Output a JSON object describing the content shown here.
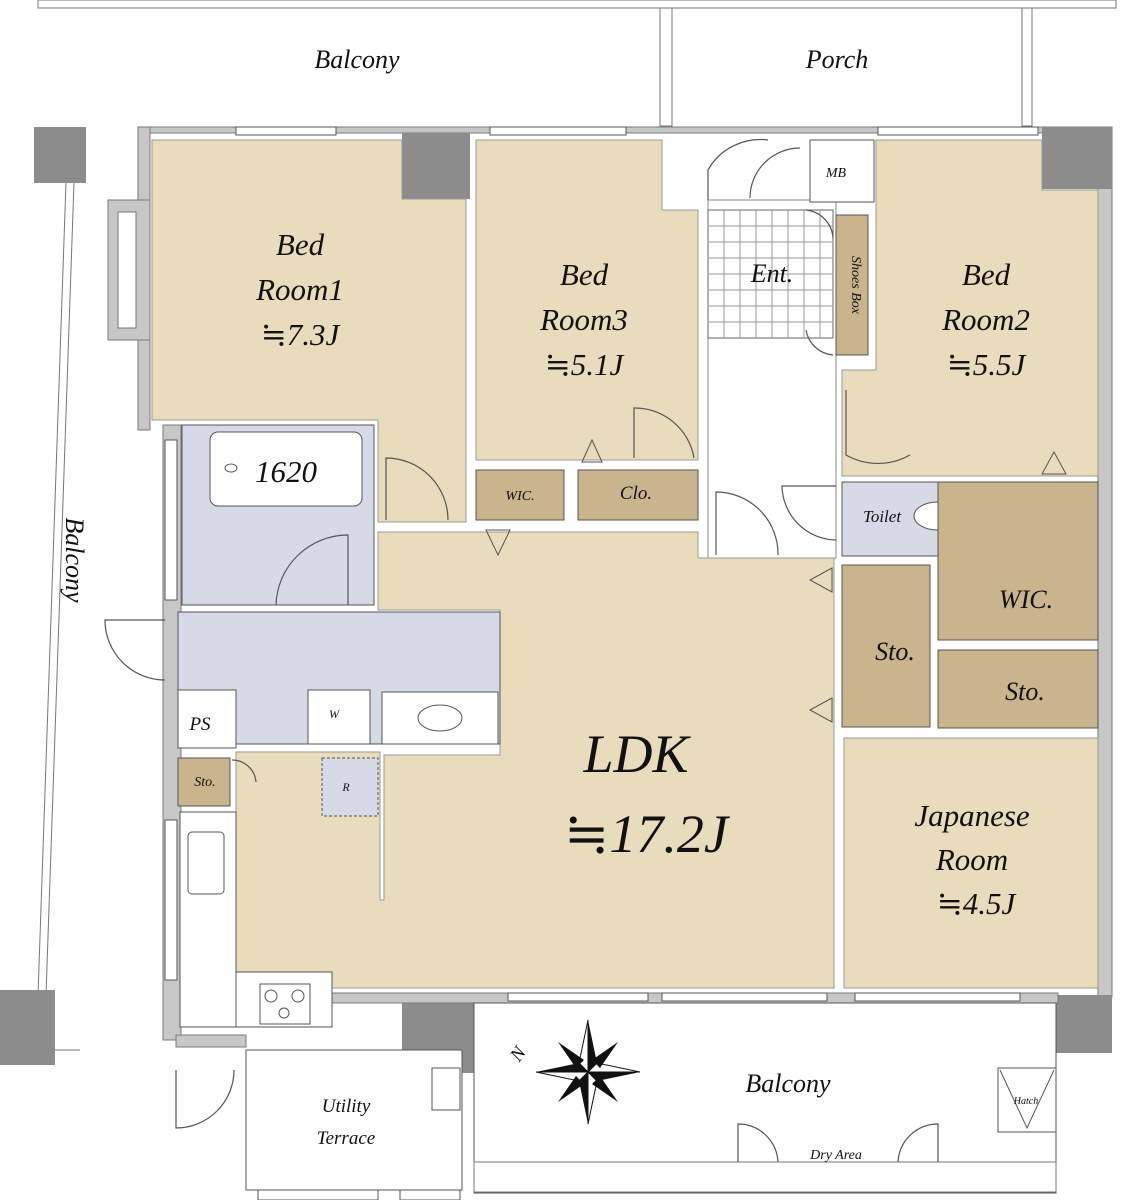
{
  "outdoor": {
    "balcony_top": "Balcony",
    "porch": "Porch",
    "balcony_left": "Balcony",
    "balcony_bottom": "Balcony",
    "utility_terrace_line1": "Utility",
    "utility_terrace_line2": "Terrace",
    "dry_area": "Dry Area",
    "hatch": "Hatch"
  },
  "rooms": {
    "bedroom1": {
      "line1": "Bed",
      "line2": "Room1",
      "area": "≒7.3J"
    },
    "bedroom3": {
      "line1": "Bed",
      "line2": "Room3",
      "area": "≒5.1J"
    },
    "bedroom2": {
      "line1": "Bed",
      "line2": "Room2",
      "area": "≒5.5J"
    },
    "ldk": {
      "name": "LDK",
      "area": "≒17.2J"
    },
    "japanese": {
      "line1": "Japanese",
      "line2": "Room",
      "area": "≒4.5J"
    }
  },
  "fixtures": {
    "mb": "MB",
    "entrance": "Ent.",
    "shoes_box": "Shoes Box",
    "wic_left": "WIC.",
    "closet": "Clo.",
    "toilet": "Toilet",
    "wic_right": "WIC.",
    "storage_a": "Sto.",
    "storage_b": "Sto.",
    "storage_c": "Sto.",
    "ps": "PS",
    "washer": "W",
    "fridge": "R",
    "bathtub": "1620"
  },
  "compass": {
    "north": "N"
  },
  "colors": {
    "room_fill": "#e8dcbc",
    "storage_fill": "#c9b48e",
    "wet_fill": "#d6d9e6",
    "wall_fill": "#c7c7c7",
    "column_fill": "#8c8c8c"
  }
}
